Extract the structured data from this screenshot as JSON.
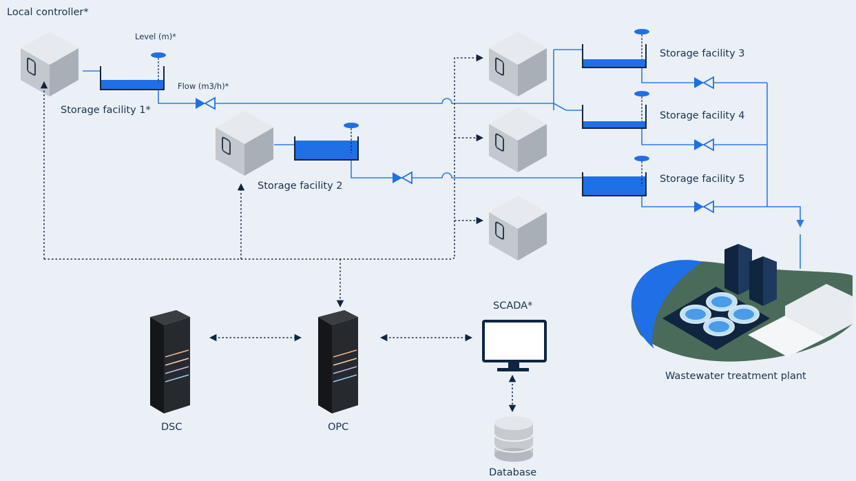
{
  "labels": {
    "local_controller": "Local controller*",
    "level": "Level (m)*",
    "flow": "Flow (m3/h)*",
    "storage_facility_1": "Storage facility 1*",
    "storage_facility_2": "Storage facility 2",
    "storage_facility_3": "Storage facility 3",
    "storage_facility_4": "Storage facility 4",
    "storage_facility_5": "Storage facility 5",
    "wwtp": "Wastewater treatment plant",
    "scada": "SCADA*",
    "dsc": "DSC",
    "opc": "OPC",
    "database": "Database"
  },
  "colors": {
    "background": "#eaf0f6",
    "water": "#1f6fe6",
    "pipe": "#2c7be5",
    "dark": "#0f2540",
    "text": "#17324f",
    "controller": "#c9ced4"
  },
  "icons": {
    "controller": "cube-controller-icon",
    "tank": "tank-icon",
    "valve": "valve-icon",
    "server": "server-rack-icon",
    "monitor": "monitor-icon",
    "database": "database-cylinder-icon",
    "plant": "treatment-plant-icon"
  }
}
